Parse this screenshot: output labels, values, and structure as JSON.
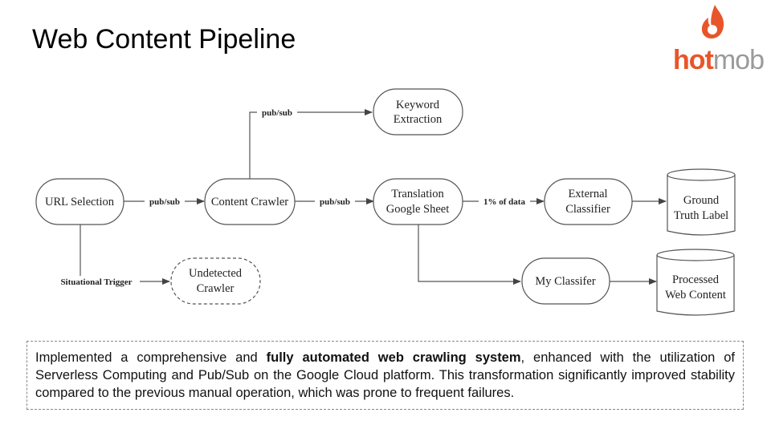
{
  "slide": {
    "title": "Web Content Pipeline"
  },
  "logo": {
    "hot": "hot",
    "mob": "mob",
    "colors": {
      "hot": "#e8552a",
      "mob": "#9a9a9a"
    }
  },
  "diagram": {
    "nodes": {
      "url_selection": [
        "URL Selection"
      ],
      "content_crawler": [
        "Content Crawler"
      ],
      "keyword_extraction": [
        "Keyword",
        "Extraction"
      ],
      "translation": [
        "Translation",
        "Google Sheet"
      ],
      "external_classifier": [
        "External",
        "Classifier"
      ],
      "ground_truth": [
        "Ground",
        "Truth Label"
      ],
      "undetected_crawler": [
        "Undetected",
        "Crawler"
      ],
      "my_classifier": [
        "My Classifer"
      ],
      "processed_content": [
        "Processed",
        "Web Content"
      ]
    },
    "edge_labels": {
      "pubsub_1": "pub/sub",
      "pubsub_2": "pub/sub",
      "pubsub_3": "pub/sub",
      "one_percent": "1% of data",
      "situational": "Situational Trigger"
    }
  },
  "summary": {
    "part1": "Implemented a comprehensive and ",
    "bold": "fully automated web crawling system",
    "part2": ", enhanced with the utilization of Serverless Computing and Pub/Sub on the Google Cloud platform. This transformation significantly improved stability compared to the previous manual operation, which was prone to frequent failures."
  }
}
